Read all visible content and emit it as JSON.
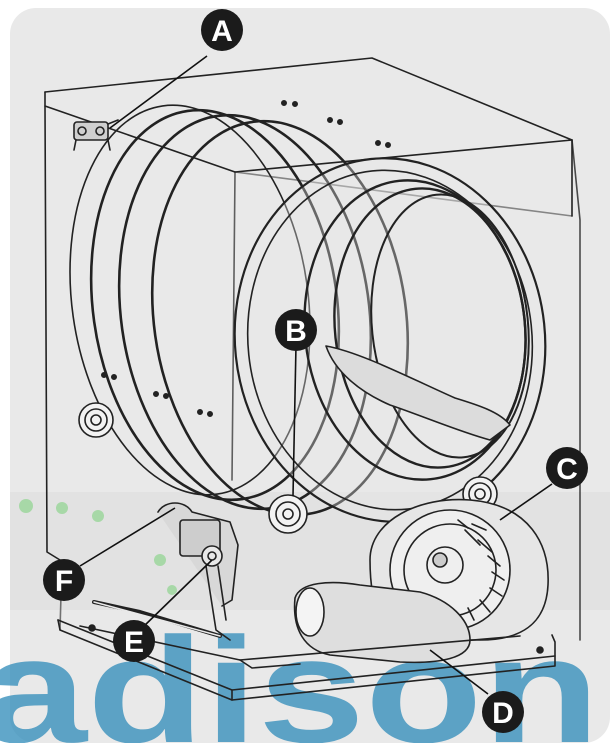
{
  "diagram": {
    "callouts": [
      {
        "id": "A",
        "label": "A"
      },
      {
        "id": "B",
        "label": "B"
      },
      {
        "id": "C",
        "label": "C"
      },
      {
        "id": "D",
        "label": "D"
      },
      {
        "id": "E",
        "label": "E"
      },
      {
        "id": "F",
        "label": "F"
      }
    ],
    "watermark": "adison",
    "colors": {
      "background": "#e9e9e9",
      "callout": "#1b1b1b",
      "line": "#222222",
      "watermark": "#2c8ab8"
    }
  }
}
